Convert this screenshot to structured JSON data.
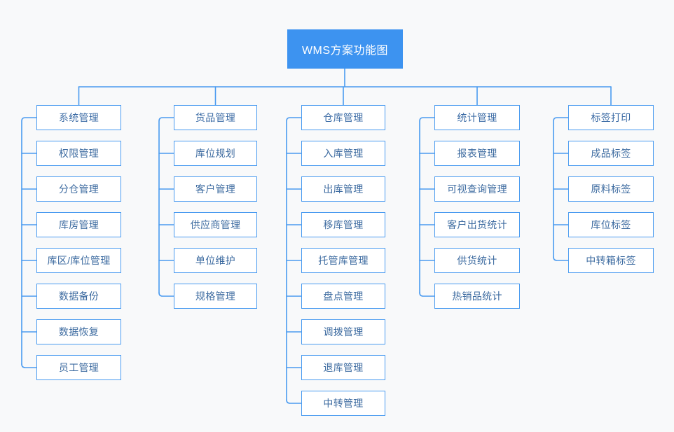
{
  "diagram": {
    "type": "organizational-tree",
    "title": "WMS方案功能图",
    "colors": {
      "background": "#f8f9fa",
      "root_fill": "#3d93f0",
      "root_text": "#ffffff",
      "node_fill": "#ffffff",
      "node_border": "#4a9bf0",
      "node_text": "#3d6ba0",
      "connector": "#4a9bf0"
    },
    "branches": [
      {
        "head": "系统管理",
        "children": [
          "权限管理",
          "分仓管理",
          "库房管理",
          "库区/库位管理",
          "数据备份",
          "数据恢复",
          "员工管理"
        ]
      },
      {
        "head": "货品管理",
        "children": [
          "库位规划",
          "客户管理",
          "供应商管理",
          "单位维护",
          "规格管理"
        ]
      },
      {
        "head": "仓库管理",
        "children": [
          "入库管理",
          "出库管理",
          "移库管理",
          "托管库管理",
          "盘点管理",
          "调拨管理",
          "退库管理",
          "中转管理"
        ]
      },
      {
        "head": "统计管理",
        "children": [
          "报表管理",
          "可视查询管理",
          "客户出货统计",
          "供货统计",
          "热销品统计"
        ]
      },
      {
        "head": "标签打印",
        "children": [
          "成品标签",
          "原料标签",
          "库位标签",
          "中转箱标签"
        ]
      }
    ]
  }
}
